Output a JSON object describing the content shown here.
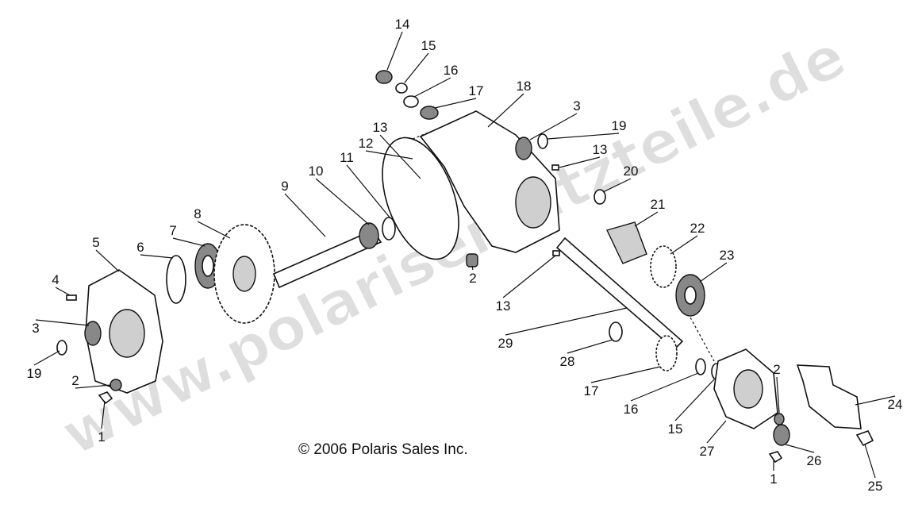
{
  "diagram": {
    "watermark": "www.polarisersatzteile.de",
    "copyright": "© 2006 Polaris Sales Inc.",
    "callouts": [
      "14",
      "15",
      "16",
      "17",
      "18",
      "3",
      "19",
      "13",
      "13",
      "12",
      "11",
      "10",
      "9",
      "20",
      "21",
      "22",
      "23",
      "8",
      "7",
      "6",
      "5",
      "4",
      "3",
      "19",
      "2",
      "1",
      "2",
      "13",
      "29",
      "28",
      "17",
      "16",
      "15",
      "2",
      "24",
      "27",
      "26",
      "1",
      "25"
    ]
  }
}
